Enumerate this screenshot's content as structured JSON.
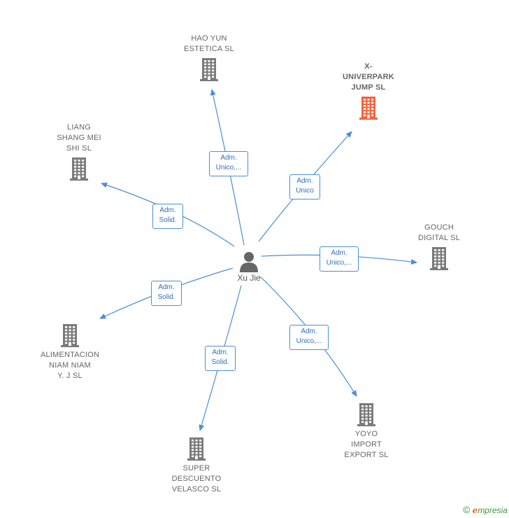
{
  "center": {
    "name": "Xu Jie"
  },
  "companies": [
    {
      "id": "hao-yun",
      "name": "HAO YUN\nESTETICA  SL",
      "highlight": false
    },
    {
      "id": "x-univerpark",
      "name": "X-\nUNIVERPARK\nJUMP  SL",
      "highlight": true
    },
    {
      "id": "liang-shang-mei",
      "name": "LIANG\nSHANG MEI\nSHI  SL",
      "highlight": false
    },
    {
      "id": "gouch-digital",
      "name": "GOUCH\nDIGITAL  SL",
      "highlight": false
    },
    {
      "id": "alimentacion",
      "name": "ALIMENTACION\nNIAM NIAM\nY. J  SL",
      "highlight": false
    },
    {
      "id": "yoyo-import",
      "name": "YOYO\nIMPORT\nEXPORT  SL",
      "highlight": false
    },
    {
      "id": "super-descuento",
      "name": "SUPER\nDESCUENTO\nVELASCO  SL",
      "highlight": false
    }
  ],
  "edges": [
    {
      "target": "hao-yun",
      "label": "Adm.\nUnico,..."
    },
    {
      "target": "x-univerpark",
      "label": "Adm.\nUnico"
    },
    {
      "target": "liang-shang-mei",
      "label": "Adm.\nSolid."
    },
    {
      "target": "gouch-digital",
      "label": "Adm.\nUnico,..."
    },
    {
      "target": "alimentacion",
      "label": "Adm.\nSolid."
    },
    {
      "target": "yoyo-import",
      "label": "Adm.\nUnico,..."
    },
    {
      "target": "super-descuento",
      "label": "Adm.\nSolid."
    }
  ],
  "colors": {
    "edge": "#4a8fd6",
    "building": "#7a7a7a",
    "highlight_building": "#f0643c",
    "person": "#666666"
  },
  "footer": {
    "copyright": "©",
    "brand_initial": "e",
    "brand_rest": "mpresia"
  }
}
